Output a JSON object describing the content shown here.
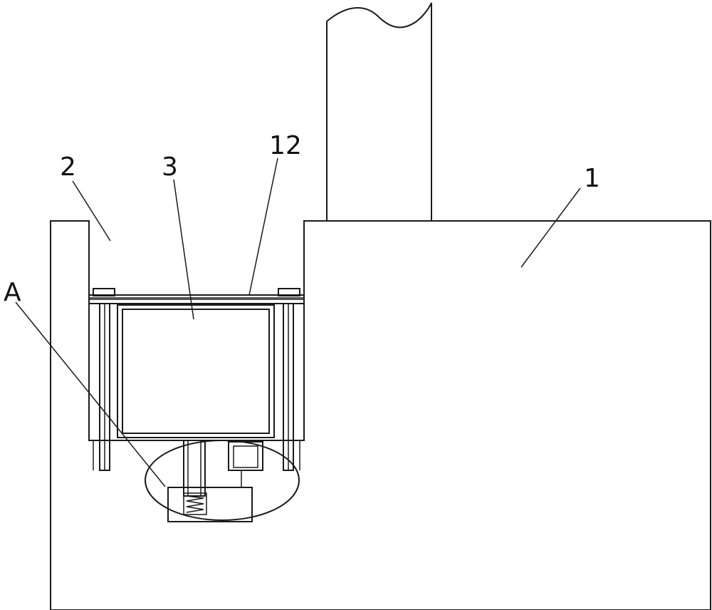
{
  "labels": {
    "part_1": "1",
    "part_2": "2",
    "part_3": "3",
    "part_12": "12",
    "detail_a": "A"
  }
}
